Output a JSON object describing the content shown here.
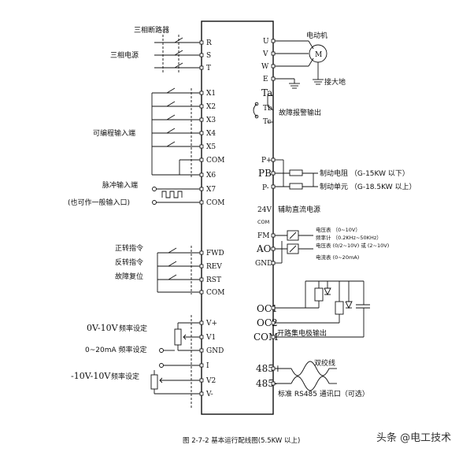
{
  "left_labels": {
    "breaker": "三相断路器",
    "power": "三相电源",
    "prog_input": "可编程输入端",
    "pulse_input": "脉冲输入端",
    "pulse_general": "(也可作一般输入口)",
    "fwd_cmd": "正转指令",
    "rev_cmd": "反转指令",
    "fault_reset": "故障复位",
    "v_set_prefix": "0V-10V",
    "v_set_suffix": "频率设定",
    "ma_set": "0~20mA 频率设定",
    "bipolar_set_prefix": "-10V-10V",
    "bipolar_set_suffix": "频率设定"
  },
  "left_terminals": {
    "R": "R",
    "S": "S",
    "T": "T",
    "X1": "X1",
    "X2": "X2",
    "X3": "X3",
    "X4": "X4",
    "X5": "X5",
    "COM1": "COM",
    "X6": "X6",
    "X7": "X7",
    "COM2": "COM",
    "FWD": "FWD",
    "REV": "REV",
    "RST": "RST",
    "COM3": "COM",
    "VP": "V+",
    "V1": "V1",
    "GND": "GND",
    "I": "I",
    "V2": "V2",
    "VM": "V-"
  },
  "right_terminals": {
    "U": "U",
    "V": "V",
    "W": "W",
    "E": "E",
    "Ta": "Ta",
    "Tb": "Tb",
    "Tc": "Tc",
    "Pplus": "P+",
    "PB": "PB",
    "Pminus": "P-",
    "V24": "24V",
    "COM_a": "COM",
    "FM": "FM",
    "AO": "AO",
    "GND": "GND",
    "OC1": "OC1",
    "OC2": "OC2",
    "COM_b": "COM",
    "R485p": "485+",
    "R485m": "485-"
  },
  "right_labels": {
    "motor": "电动机",
    "motor_symbol": "M",
    "ground": "接大地",
    "fault_relay": "故障报警输出",
    "brake_resistor": "制动电阻 （G-15KW 以下）",
    "brake_unit": "制动单元 （G-18.5KW 以上）",
    "aux_power": "辅助直流电源",
    "voltmeter": "电压表 （0~10V）",
    "freq_meter": "频率计 （0.2KHz~50KHz）",
    "volt_alt": "电压表 (0/2~10V) 或 (2~10V)",
    "ammeter": "电流表 (0~20mA)",
    "oc_output": "开路集电极输出",
    "twisted_pair": "双绞线",
    "rs485": "标准 RS485 通讯口（可选）"
  },
  "caption": "图 2-7-2 基本运行配线图(5.5KW 以上)",
  "watermark": "头条 @电工技术"
}
